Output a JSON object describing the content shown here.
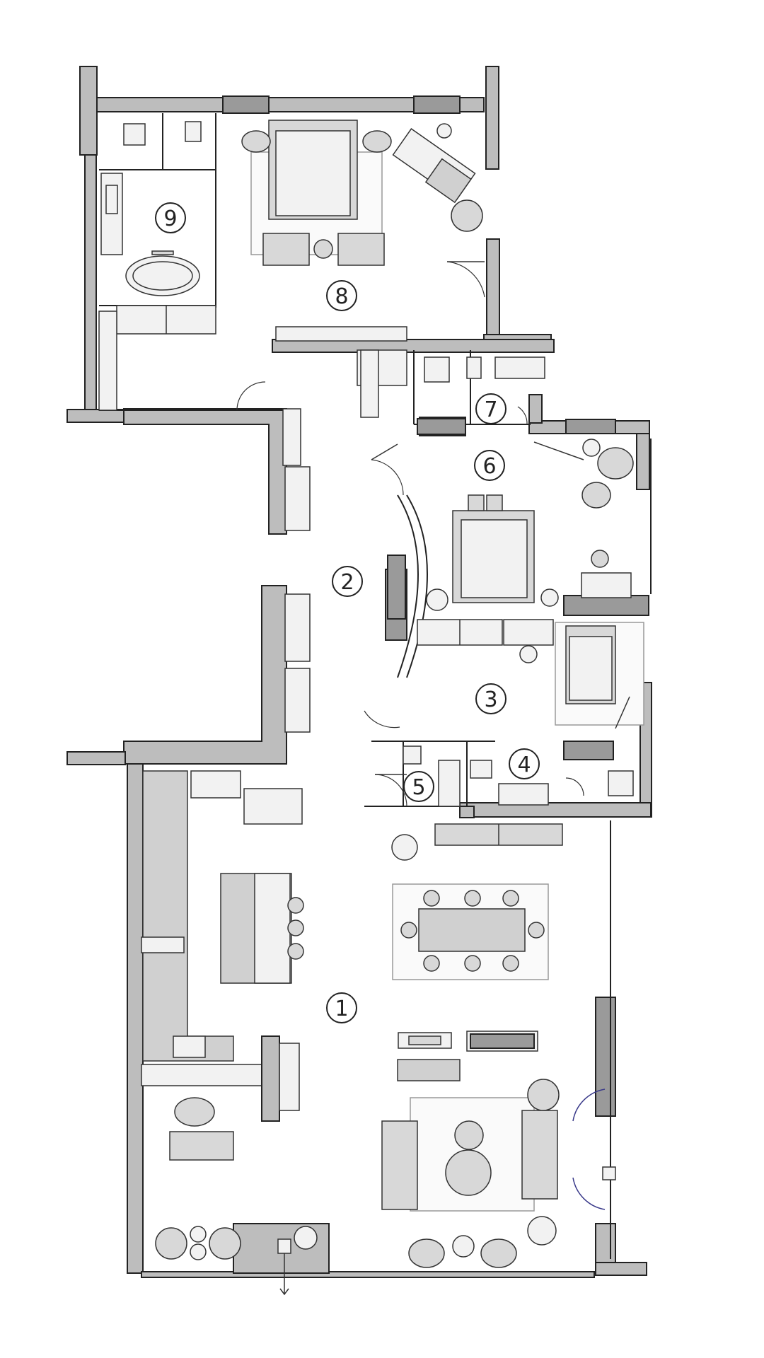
{
  "rooms": [
    {
      "id": "1",
      "label": "1"
    },
    {
      "id": "2",
      "label": "2"
    },
    {
      "id": "3",
      "label": "3"
    },
    {
      "id": "4",
      "label": "4"
    },
    {
      "id": "5",
      "label": "5"
    },
    {
      "id": "6",
      "label": "6"
    },
    {
      "id": "7",
      "label": "7"
    },
    {
      "id": "8",
      "label": "8"
    },
    {
      "id": "9",
      "label": "9"
    }
  ],
  "colors": {
    "wall_fill": "#bdbdbd",
    "wall_dark": "#9a9a9a",
    "stroke": "#222222",
    "furniture_fill": "#f2f2f2",
    "furniture_grey": "#d8d8d8",
    "door_accent": "#3a3a8a"
  },
  "icons": [
    "bed-icon",
    "bathtub-icon",
    "toilet-icon",
    "sink-icon",
    "shower-icon",
    "sofa-icon",
    "armchair-icon",
    "dining-table-icon",
    "kitchen-island-icon",
    "plant-icon",
    "rug-icon",
    "door-swing-icon"
  ]
}
